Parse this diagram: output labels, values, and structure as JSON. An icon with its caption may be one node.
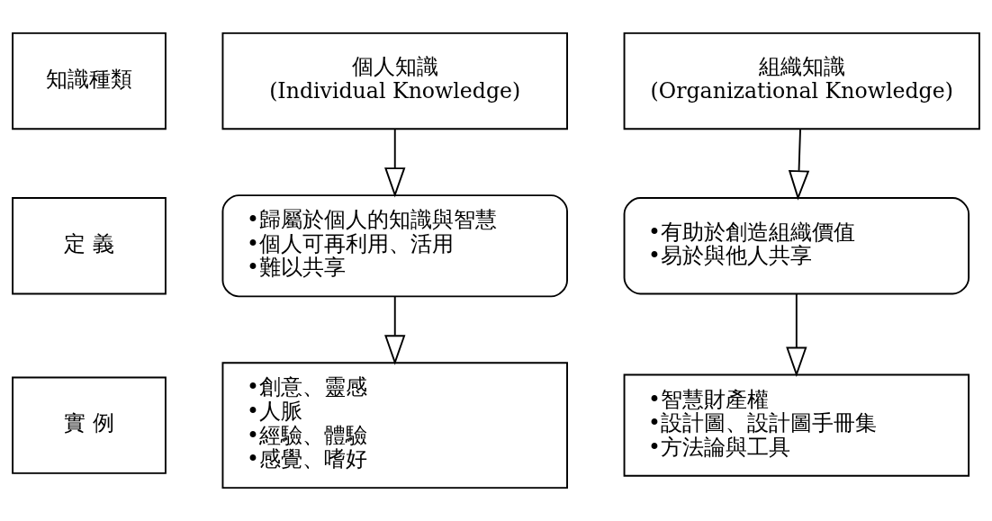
{
  "diagram": {
    "nodes": [
      {
        "text": [
          "知識種類"
        ]
      },
      {
        "text": [
          "個人知識",
          "(Individual Knowledge)"
        ]
      },
      {
        "text": [
          "組織知識",
          "(Organizational Knowledge)"
        ]
      },
      {
        "text": [
          "定 義"
        ]
      },
      {
        "text": [
          "•歸屬於個人的知識與智慧",
          "•個人可再利用、活用",
          "•難以共享"
        ]
      },
      {
        "text": [
          "•有助於創造組織價值",
          "•易於與他人共享"
        ]
      },
      {
        "text": [
          "實 例"
        ]
      },
      {
        "text": [
          "•創意、靈感",
          "•人脈",
          "•經驗、體驗",
          "•感覺、嗜好"
        ]
      },
      {
        "text": [
          "•智慧財產權",
          "•設計圖、設計圖手冊集",
          "•方法論與工具"
        ]
      }
    ],
    "edges": [
      {
        "from": 1,
        "to": 4,
        "arrow": "to"
      },
      {
        "from": 2,
        "to": 5,
        "arrow": "to"
      },
      {
        "from": 4,
        "to": 7,
        "arrow": "to"
      },
      {
        "from": 5,
        "to": 8,
        "arrow": "to"
      }
    ]
  }
}
